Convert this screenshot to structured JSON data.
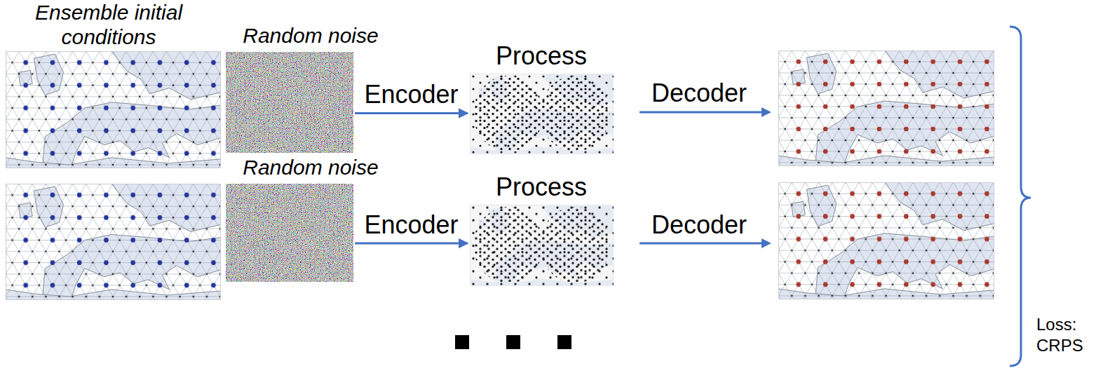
{
  "diagram": {
    "nodes": [
      {
        "text": [
          "Random noise"
        ]
      },
      {
        "text": [
          "Process"
        ]
      },
      {
        "text": [
          "Random noise"
        ]
      },
      {
        "text": [
          "Process"
        ]
      }
    ],
    "edges": [
      {
        "from": 0,
        "to": 1,
        "label": "Encoder",
        "arrow": "to"
      },
      {
        "from": 2,
        "to": 3,
        "label": "Encoder",
        "arrow": "to"
      }
    ],
    "labels": [
      "Ensemble initial conditions",
      "Decoder",
      "Decoder",
      "Loss: CRPS"
    ]
  }
}
